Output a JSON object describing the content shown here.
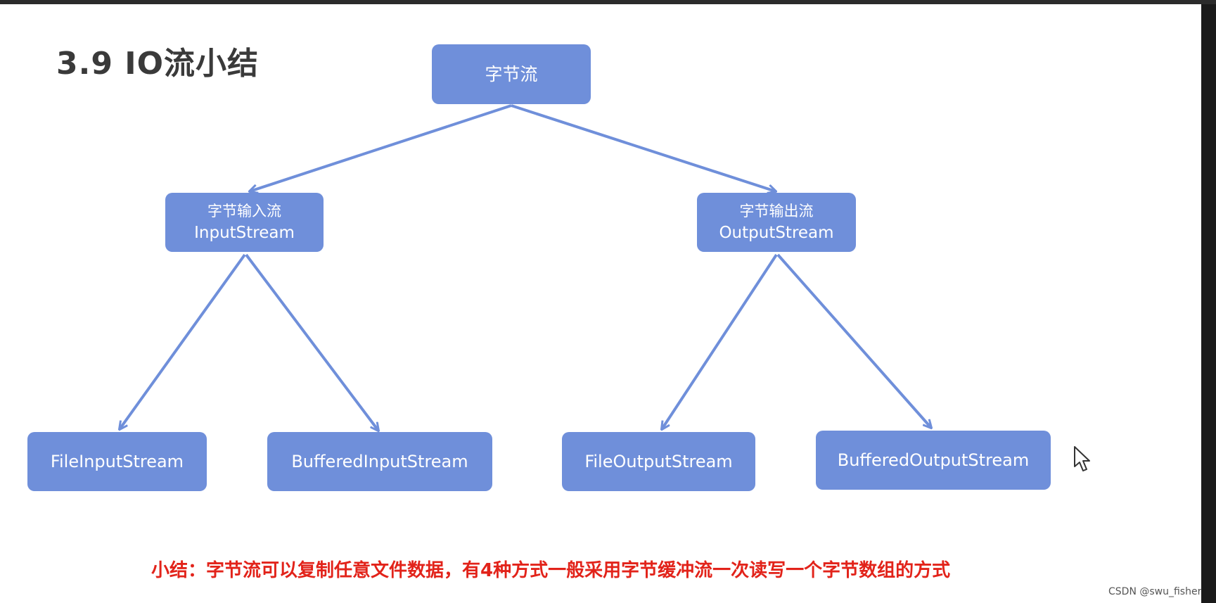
{
  "slide": {
    "title": "3.9 IO流小结",
    "summary": "小结：字节流可以复制任意文件数据，有4种方式一般采用字节缓冲流一次读写一个字节数组的方式",
    "watermark": "CSDN @swu_fisher"
  },
  "diagram": {
    "root": {
      "label": "字节流"
    },
    "input": {
      "label_cn": "字节输入流",
      "label_en": "InputStream"
    },
    "output": {
      "label_cn": "字节输出流",
      "label_en": "OutputStream"
    },
    "leaves": {
      "file_input": "FileInputStream",
      "buffered_input": "BufferedInputStream",
      "file_output": "FileOutputStream",
      "buffered_output": "BufferedOutputStream"
    }
  },
  "colors": {
    "node_fill": "#6f8fda",
    "arrow": "#6f8fda",
    "summary_text": "#e2231a",
    "title_text": "#3a3a3a"
  }
}
